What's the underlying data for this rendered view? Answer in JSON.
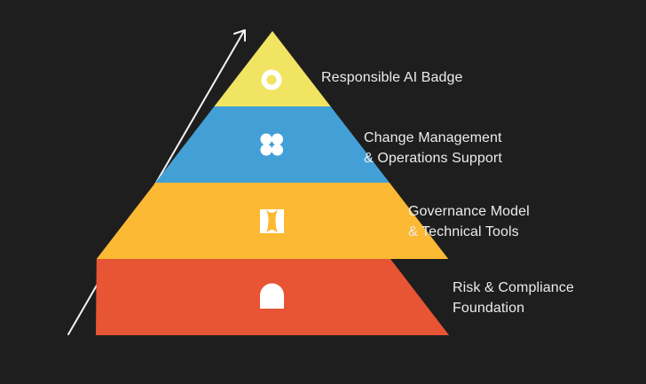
{
  "diagram": {
    "type": "pyramid",
    "background": "#1e1e1e",
    "arrow": {
      "direction": "up",
      "color": "#f2f2f2"
    },
    "tiers": [
      {
        "level": 4,
        "position": "top",
        "color": "#f2e463",
        "icon": "ring-icon",
        "label_line1": "Responsible AI Badge",
        "label_line2": ""
      },
      {
        "level": 3,
        "position": "upper-middle",
        "color": "#43a0d6",
        "icon": "four-dots-icon",
        "label_line1": "Change Management",
        "label_line2": "& Operations Support"
      },
      {
        "level": 2,
        "position": "lower-middle",
        "color": "#fbb934",
        "icon": "bowtie-icon",
        "label_line1": "Governance Model",
        "label_line2": "& Technical Tools"
      },
      {
        "level": 1,
        "position": "base",
        "color": "#e75535",
        "icon": "arch-icon",
        "label_line1": "Risk & Compliance",
        "label_line2": "Foundation"
      }
    ]
  }
}
